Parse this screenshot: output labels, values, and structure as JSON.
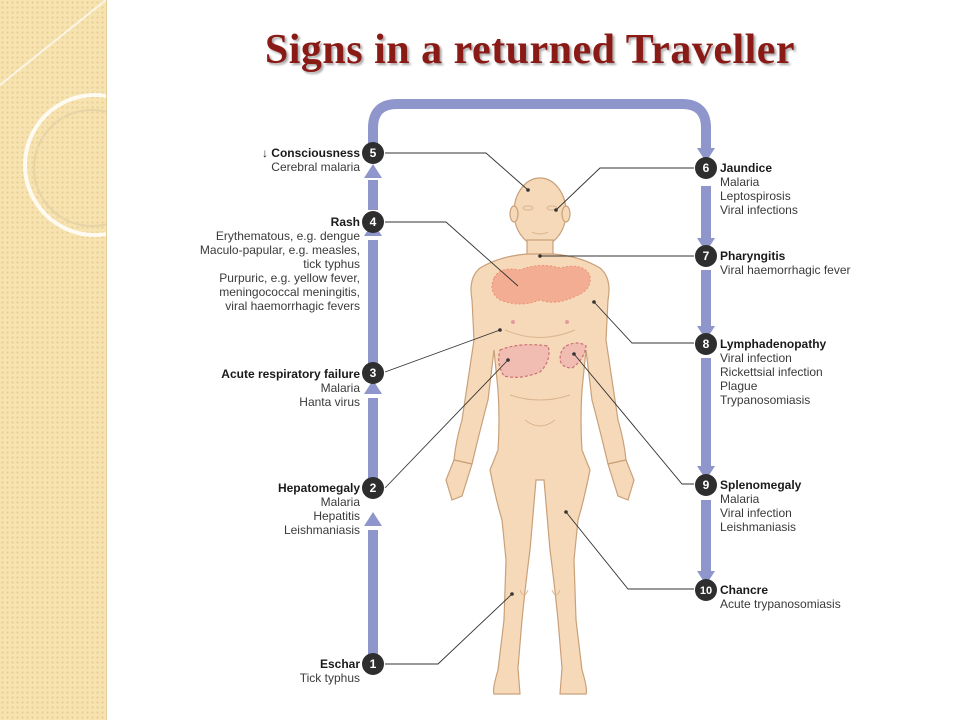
{
  "title": "Signs in a returned Traveller",
  "colors": {
    "title": "#8a1a16",
    "arrow": "#8e96cc",
    "badge": "#2e2e2e",
    "skin": "#f6d9b8"
  },
  "signs": [
    {
      "num": "1",
      "name": "Eschar",
      "detail": "Tick typhus"
    },
    {
      "num": "2",
      "name": "Hepatomegaly",
      "detail": "Malaria\nHepatitis\nLeishmaniasis"
    },
    {
      "num": "3",
      "name": "Acute respiratory failure",
      "detail": "Malaria\nHanta virus"
    },
    {
      "num": "4",
      "name": "Rash",
      "detail": "Erythematous, e.g. dengue\nMaculo-papular, e.g. measles,\ntick typhus\nPurpuric, e.g. yellow fever,\nmeningococcal meningitis,\nviral haemorrhagic fevers"
    },
    {
      "num": "5",
      "prefix": "↓",
      "name": "Consciousness",
      "detail": "Cerebral malaria"
    },
    {
      "num": "6",
      "name": "Jaundice",
      "detail": "Malaria\nLeptospirosis\nViral infections"
    },
    {
      "num": "7",
      "name": "Pharyngitis",
      "detail": "Viral haemorrhagic fever"
    },
    {
      "num": "8",
      "name": "Lymphadenopathy",
      "detail": "Viral infection\nRickettsial infection\nPlague\nTrypanosomiasis"
    },
    {
      "num": "9",
      "name": "Splenomegaly",
      "detail": "Malaria\nViral infection\nLeishmaniasis"
    },
    {
      "num": "10",
      "name": "Chancre",
      "detail": "Acute trypanosomiasis"
    }
  ]
}
